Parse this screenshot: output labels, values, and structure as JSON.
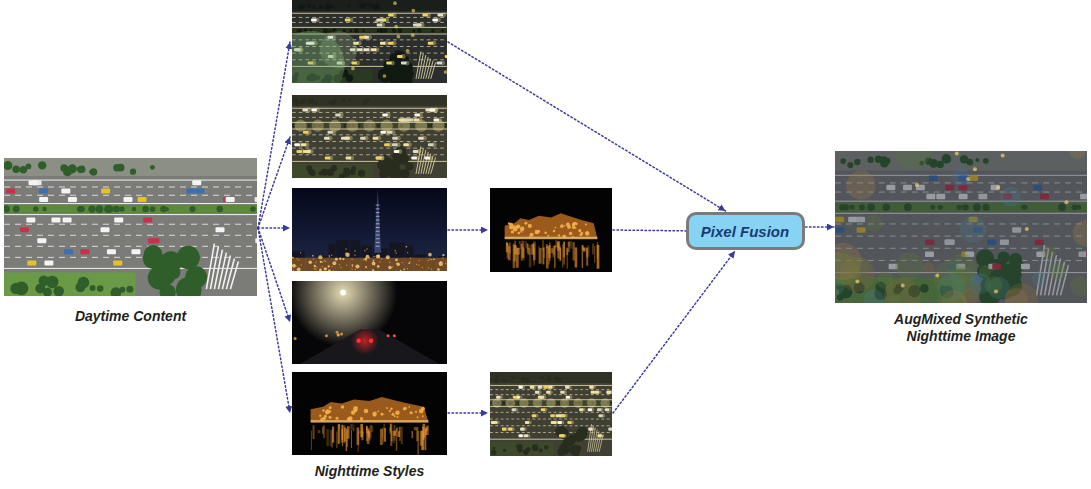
{
  "diagram": {
    "nodes": [
      {
        "text": [
          "Daytime Content"
        ]
      },
      {
        "text": [
          "Nighttime Styles"
        ]
      },
      {
        "text": [
          "Pixel Fusion"
        ]
      },
      {
        "text": [
          "AugMixed Synthetic Nighttime Image"
        ]
      }
    ],
    "edges": [
      {
        "from": 0,
        "to": 1,
        "arrow": "to"
      },
      {
        "from": 1,
        "to": 2,
        "arrow": "to"
      },
      {
        "from": 2,
        "to": 3,
        "arrow": "to"
      }
    ]
  }
}
